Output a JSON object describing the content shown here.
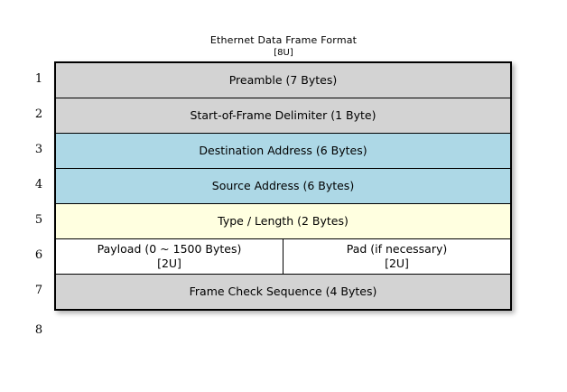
{
  "diagram": {
    "title": "Ethernet Data Frame Format",
    "subtitle": "[8U]",
    "colors": {
      "gray": "#d3d3d3",
      "blue": "#add8e6",
      "yellow": "#ffffe0",
      "white": "#ffffff",
      "border": "#000000",
      "background": "#ffffff"
    },
    "row_numbers": [
      "1",
      "2",
      "3",
      "4",
      "5",
      "6",
      "7",
      "8"
    ],
    "rows": [
      {
        "number": "1",
        "label": "Preamble (7 Bytes)",
        "fill": "gray"
      },
      {
        "number": "2",
        "label": "Start-of-Frame Delimiter (1 Byte)",
        "fill": "gray"
      },
      {
        "number": "3",
        "label": "Destination Address (6 Bytes)",
        "fill": "blue"
      },
      {
        "number": "4",
        "label": "Source Address (6 Bytes)",
        "fill": "blue"
      },
      {
        "number": "5",
        "label": "Type / Length (2 Bytes)",
        "fill": "yellow"
      },
      {
        "number": "6-7",
        "fill": "white",
        "split": [
          {
            "label": "Payload (0 ~ 1500 Bytes)",
            "sublabel": "[2U]"
          },
          {
            "label": "Pad (if necessary)",
            "sublabel": "[2U]"
          }
        ]
      },
      {
        "number": "8",
        "label": "Frame Check Sequence (4 Bytes)",
        "fill": "gray"
      }
    ]
  }
}
